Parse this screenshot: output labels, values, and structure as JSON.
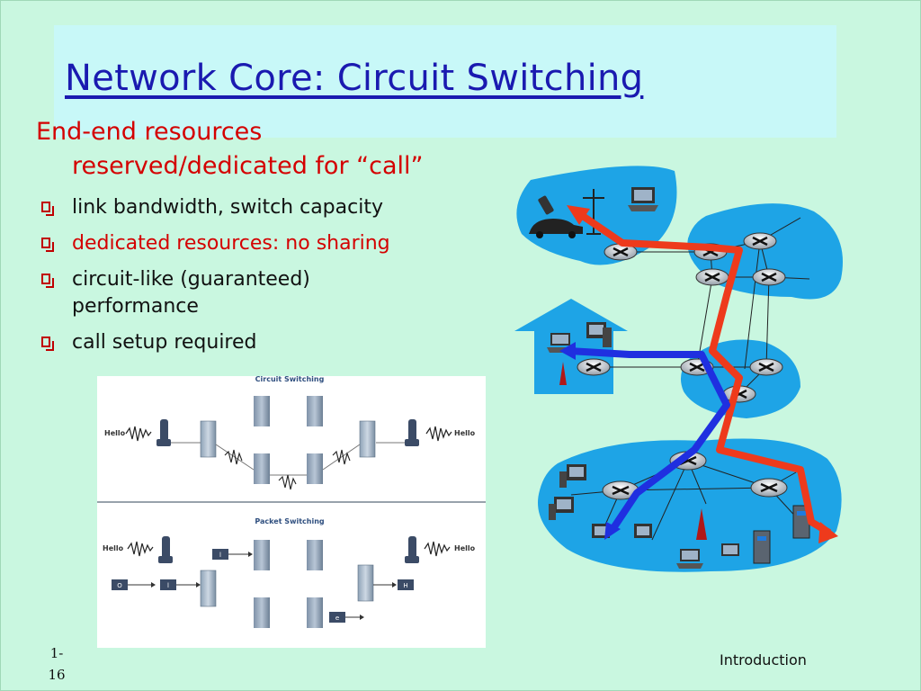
{
  "slide": {
    "title": "Network Core: Circuit Switching",
    "main_point_line1": "End-end resources",
    "main_point_line2": "reserved/dedicated for “call”",
    "bullets": [
      {
        "text": "link bandwidth,  switch capacity",
        "color": "#111111"
      },
      {
        "text": "dedicated resources: no sharing",
        "color": "#d40000"
      },
      {
        "text": "circuit-like (guaranteed) performance",
        "color": "#111111"
      },
      {
        "text": "call setup required",
        "color": "#111111"
      }
    ],
    "page_number": "1-16",
    "page_number_line1": "1-",
    "page_number_line2": "16",
    "footer": "Introduction"
  },
  "switching_diagram": {
    "circuit_title": "Circuit Switching",
    "packet_title": "Packet Switching",
    "hello_label": "Hello",
    "packets": [
      "O",
      "l",
      "l",
      "H",
      "e"
    ]
  },
  "colors": {
    "background": "#c9f7e0",
    "title": "#1a1ab0",
    "accent_red": "#d40000",
    "cloud_blue": "#1ea4e6",
    "path_red": "#ee3a1c",
    "path_blue": "#1f2fe0"
  }
}
